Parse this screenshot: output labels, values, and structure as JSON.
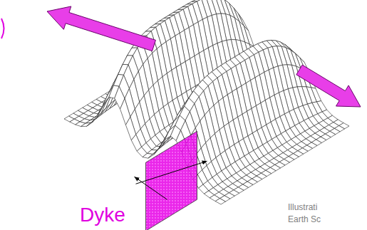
{
  "diagram": {
    "labels": [
      "Dyke",
      "Illustrati",
      "Earth Sc"
    ]
  }
}
